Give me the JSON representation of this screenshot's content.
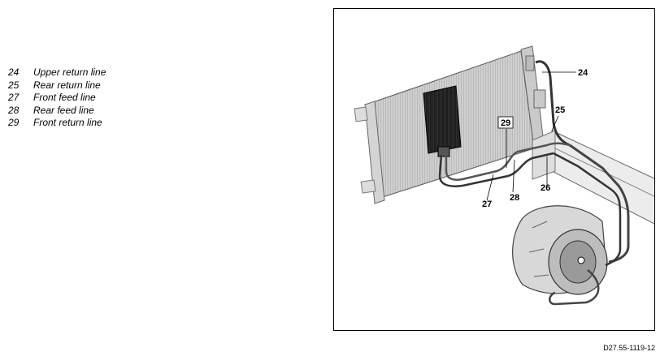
{
  "legend": [
    {
      "num": "24",
      "label": "Upper return line"
    },
    {
      "num": "25",
      "label": "Rear return line"
    },
    {
      "num": "27",
      "label": "Front feed line"
    },
    {
      "num": "28",
      "label": "Rear feed line"
    },
    {
      "num": "29",
      "label": "Front return line"
    }
  ],
  "callouts": {
    "c24": "24",
    "c25": "25",
    "c26": "26",
    "c27": "27",
    "c28": "28",
    "c29": "29"
  },
  "caption": "D27.55-1119-12"
}
